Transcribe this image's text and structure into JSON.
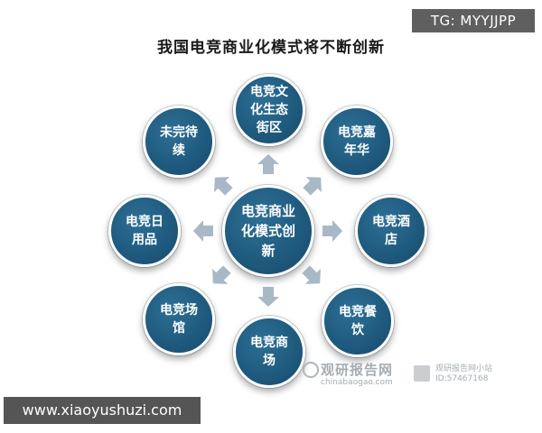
{
  "title": "我国电竞商业化模式将不断创新",
  "tag": "TG: MYYJJPP",
  "center": "电竞商业化模式创新",
  "nodes": [
    {
      "label": "电竞文化生态街区"
    },
    {
      "label": "电竞嘉年华"
    },
    {
      "label": "电竞酒店"
    },
    {
      "label": "电竞餐饮"
    },
    {
      "label": "电竞商场"
    },
    {
      "label": "电竞场馆"
    },
    {
      "label": "电竞日用品"
    },
    {
      "label": "未完待续"
    }
  ],
  "colors": {
    "node_fill": "#1f5b7f",
    "arrow_fill": "#a8b8c6",
    "title_text": "#1a1a1a"
  },
  "watermark": {
    "name": "观研报告网",
    "url": "chinabaogao.com",
    "line1": "观研报告网小站",
    "line2": "ID:57467168"
  },
  "site": "www.xiaoyushuzi.com"
}
